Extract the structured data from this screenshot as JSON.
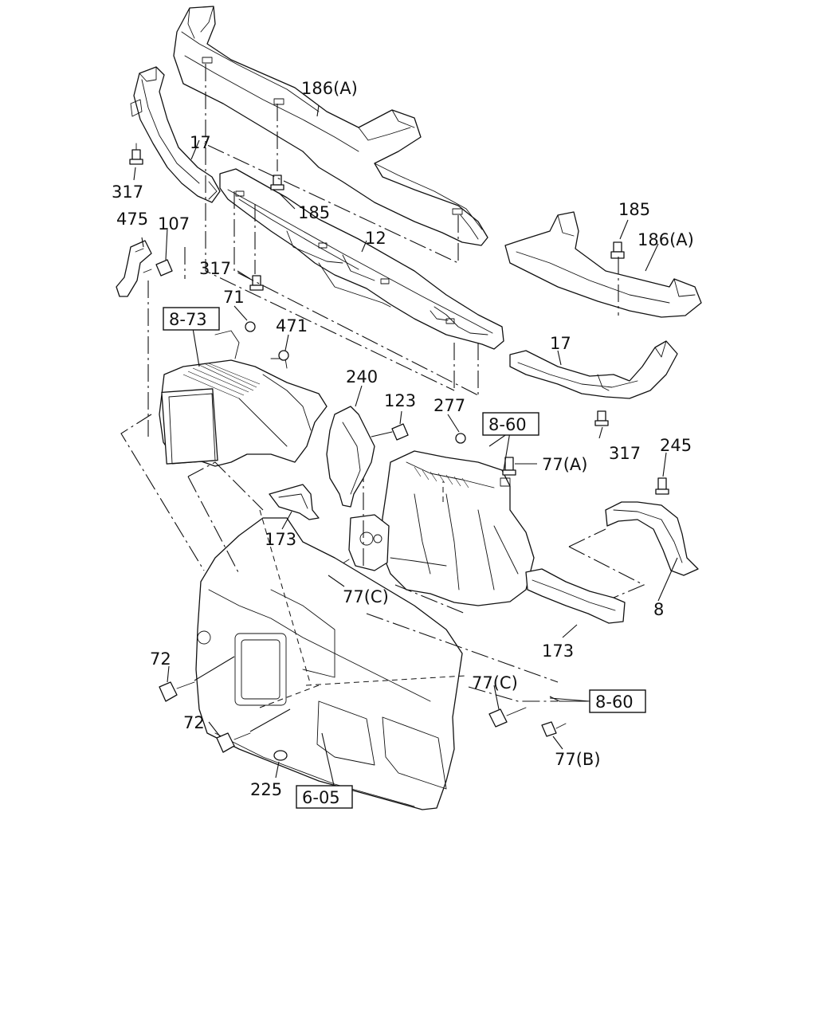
{
  "callouts": {
    "c186a_top": "186(A)",
    "c17_left": "17",
    "c317_a": "317",
    "c185_left": "185",
    "c12": "12",
    "c185_right": "185",
    "c186a_right": "186(A)",
    "c475": "475",
    "c107": "107",
    "c317_b": "317",
    "c71": "71",
    "c471": "471",
    "c17_right": "17",
    "c240": "240",
    "c123": "123",
    "c277": "277",
    "c317_c": "317",
    "c77a": "77(A)",
    "c245": "245",
    "c173_left": "173",
    "c77c_mid": "77(C)",
    "c8": "8",
    "c173_right": "173",
    "c72_a": "72",
    "c72_b": "72",
    "c77c_low": "77(C)",
    "c77b": "77(B)",
    "c225": "225"
  },
  "refs": {
    "r8_73": "8-73",
    "r8_60_a": "8-60",
    "r8_60_b": "8-60",
    "r6_05": "6-05"
  }
}
